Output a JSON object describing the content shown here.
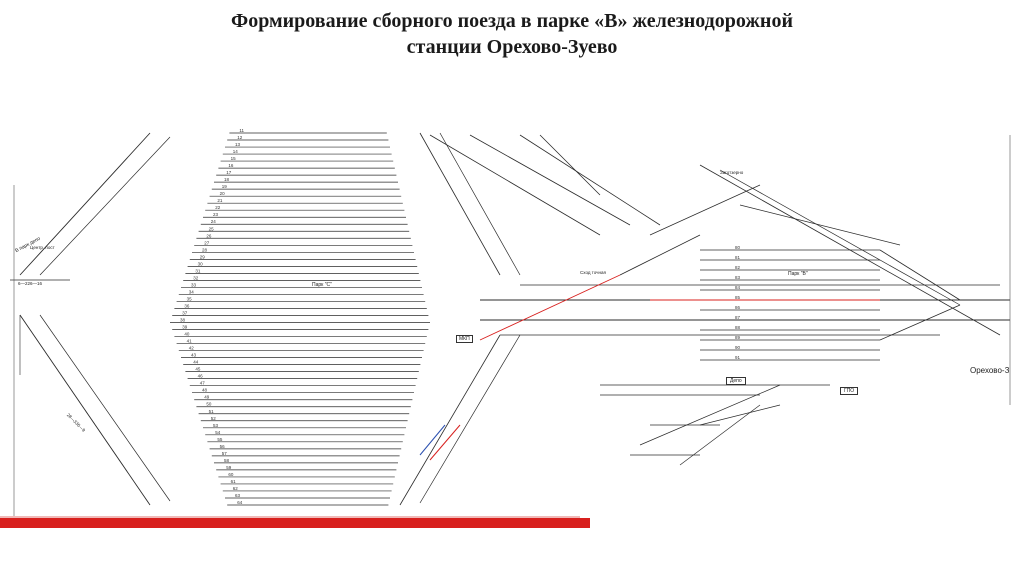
{
  "slide": {
    "title_line1": "Формирование сборного поезда в парке «В» железнодорожной",
    "title_line2": "станции Орехово-Зуево"
  },
  "scheme": {
    "park_c_label": "Парк \"С\"",
    "park_b_label": "Парк \"В\"",
    "station_label": "Орехово-З",
    "depot_label": "Депо",
    "gpo_label": "ГПО",
    "mkp_label": "МКП",
    "zagotovka_label": "Заготзерно",
    "sortirovka_label": "Сход точная",
    "track_left_top": "В парк депо",
    "track_left_mid": "Центр. пост",
    "track_left_bottom": "6—226—16",
    "track_bottom": "28—336—9",
    "line_colors": {
      "track": "#2b2b2b",
      "highlight_red": "#d8201e",
      "highlight_blue": "#2a4fb0",
      "grid": "#555555"
    },
    "track_numbers_c": [
      "11",
      "12",
      "13",
      "14",
      "15",
      "16",
      "17",
      "18",
      "19",
      "20",
      "21",
      "22",
      "23",
      "24",
      "25",
      "26",
      "27",
      "28",
      "29",
      "30",
      "31",
      "32",
      "33",
      "34",
      "35",
      "36",
      "37",
      "38",
      "39",
      "40",
      "41",
      "42",
      "43",
      "44",
      "45",
      "46",
      "47",
      "48",
      "49",
      "50",
      "51",
      "52",
      "53",
      "54",
      "55",
      "56",
      "57",
      "58",
      "59",
      "60",
      "61",
      "62",
      "63",
      "64"
    ],
    "track_numbers_b": [
      "80",
      "81",
      "82",
      "83",
      "84",
      "85",
      "86",
      "87",
      "88",
      "89",
      "90",
      "91"
    ]
  }
}
